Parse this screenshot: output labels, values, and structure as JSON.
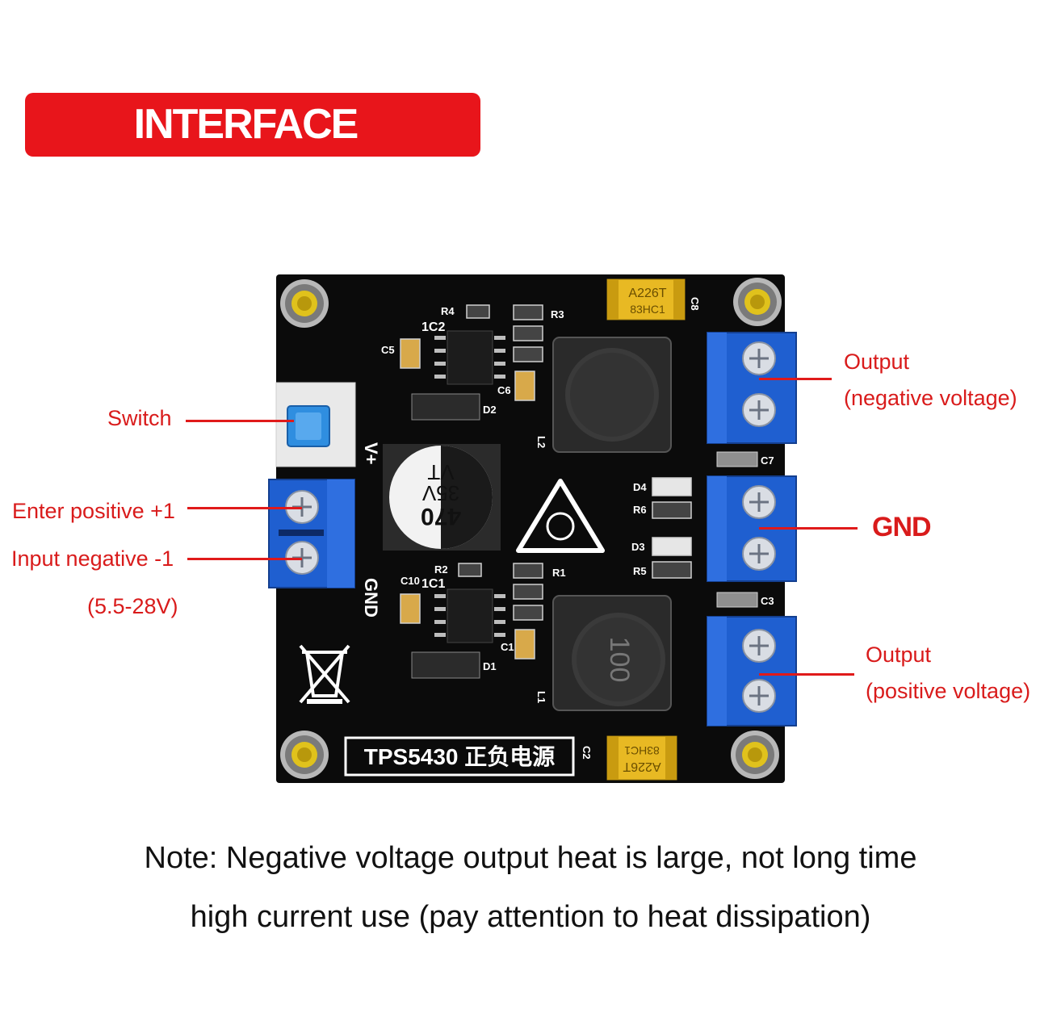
{
  "title": "INTERFACE DESCRIPTION",
  "labels": {
    "switch": "Switch",
    "input_positive": "Enter positive +1",
    "input_negative": "Input negative -1",
    "input_range": "(5.5-28V)",
    "output_negative_title": "Output",
    "output_negative_sub": "(negative voltage)",
    "gnd": "GND",
    "output_positive_title": "Output",
    "output_positive_sub": "(positive voltage)"
  },
  "note": {
    "line1": "Note: Negative voltage output heat is large, not long time",
    "line2": "high current use (pay attention to heat dissipation)"
  },
  "board": {
    "model_label": "TPS5430 正负电源",
    "silkscreen_vplus": "V+",
    "silkscreen_gnd": "GND",
    "capacitor_text_1": "470",
    "capacitor_text_2": "35V",
    "capacitor_text_3": "VT",
    "tantalum_top_1": "A226T",
    "tantalum_top_2": "83HC1",
    "tantalum_bottom_1": "A226T",
    "tantalum_bottom_2": "83HC1",
    "inductor_bottom_text": "100",
    "refs": {
      "c8": "C8",
      "c7": "C7",
      "c3": "C3",
      "c2": "C2",
      "c5": "C5",
      "c6": "C6",
      "c10": "C10",
      "c1": "C1",
      "r4": "R4",
      "r3": "R3",
      "r2": "R2",
      "r1": "R1",
      "r6": "R6",
      "r5": "R5",
      "d4": "D4",
      "d3": "D3",
      "d2": "D2",
      "d1": "D1",
      "l2": "L2",
      "l1": "L1",
      "ic2": "1C2",
      "ic1": "1C1"
    }
  },
  "colors": {
    "accent_red": "#e8151b",
    "board_black": "#0b0b0b",
    "terminal_blue": "#1f5fd0",
    "switch_blue": "#2f8ee0",
    "tantalum_yellow": "#e8b923"
  }
}
